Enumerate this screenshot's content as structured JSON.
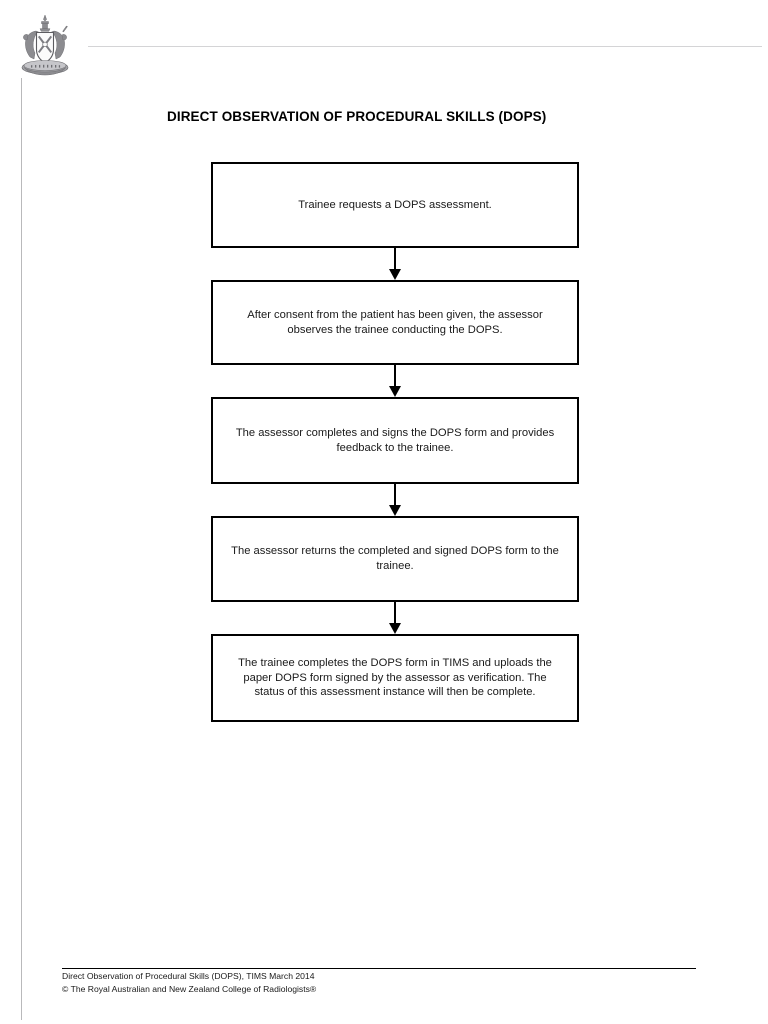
{
  "document": {
    "title": "DIRECT OBSERVATION OF PROCEDURAL SKILLS (DOPS)",
    "logo_name": "royal-australian-new-zealand-college-of-radiologists-coat-of-arms"
  },
  "flowchart": {
    "type": "process-flow",
    "orientation": "vertical",
    "steps": [
      {
        "id": "step-1",
        "text": "Trainee requests a DOPS assessment."
      },
      {
        "id": "step-2",
        "text": "After consent from the patient has been given, the assessor observes the trainee conducting the DOPS."
      },
      {
        "id": "step-3",
        "text": "The assessor completes and signs the DOPS form and provides feedback to the trainee."
      },
      {
        "id": "step-4",
        "text": "The assessor returns the completed and signed DOPS form to the trainee."
      },
      {
        "id": "step-5",
        "text": "The trainee completes the DOPS form in TIMS and uploads the paper DOPS form signed by the assessor as verification. The status of this assessment instance will then be complete."
      }
    ],
    "connector_icon": "down-arrow-icon"
  },
  "footer": {
    "line1": "Direct Observation of Procedural Skills (DOPS), TIMS March 2014",
    "line2": "© The Royal Australian and New Zealand College of Radiologists®"
  },
  "colors": {
    "text": "#1a1a1a",
    "box_border": "#000000",
    "header_rule": "#d4d4d6",
    "side_rule": "#b9b9bb",
    "page_background": "#ffffff"
  }
}
